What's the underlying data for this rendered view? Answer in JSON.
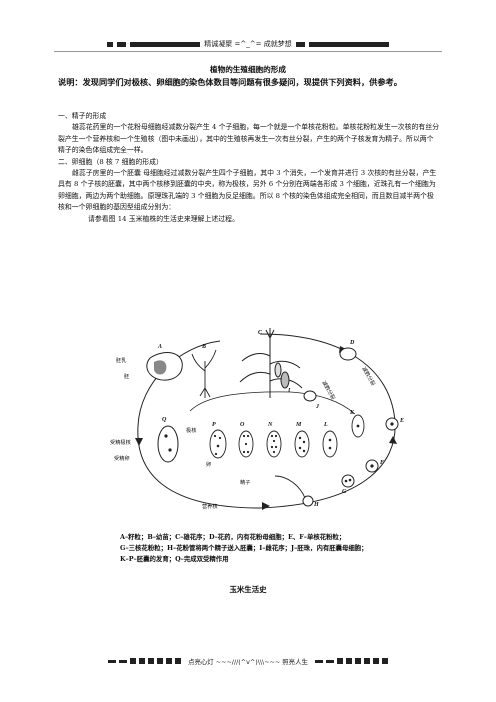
{
  "header": {
    "left_text": "_ _ ",
    "center_text": "精诚凝聚 =^_^= 成就梦想",
    "right_text": "_ _ "
  },
  "doc": {
    "title": "植物的生殖细胞的形成",
    "note": "说明：发现同学们对极核、卵细胞的染色体数目等问题有很多疑问，现提供下列资料，供参考。",
    "s1_heading": "一、精子的形成",
    "s1_text": "雄蕊花药里的一个花粉母细胞经减数分裂产生 4 个子细胞，每一个就是一个单核花粉粒。单核花粉粒发生一次核的有丝分裂产生一个营养核和一个生殖核（图中未画出），其中的生殖核再发生一次有丝分裂，产生的两个子核发育为精子。所以两个精子的染色体组成完全一样。",
    "s2_heading": "二、卵细胞（8 核 7 细胞的形成）",
    "s2_text": "雌蕊子房里的一个胚囊 母细胞经过减数分裂产生四个子细胞，其中 3 个消失，一个发育并进行 3 次核的有丝分裂，产生具有 8 个子核的胚囊，其中两个核移到胚囊的中央，称为极核，另外 6 个分别在两端各形成 3 个细胞，近珠孔有一个细胞为卵细胞，两边为两个助细胞。原理珠孔端的 3 个细胞为反足细胞。所以 8 个核的染色体组成完全相同，而且数目减半两个极核和一个卵细胞的基因型组成分别为：",
    "s2_ref": "请参看图 14 玉米植株的生活史来理解上述过程。"
  },
  "figure": {
    "letters": [
      "A",
      "B",
      "C",
      "D",
      "E",
      "F",
      "G",
      "H",
      "I",
      "J",
      "K",
      "L",
      "M",
      "N",
      "O",
      "P",
      "Q"
    ],
    "labels": {
      "embryo": "胚",
      "endosperm": "胚乳",
      "fert_polar": "受精极核",
      "fert_egg": "受精卵",
      "polar": "极核",
      "egg": "卵",
      "sperm": "精子",
      "vegetative": "营养核",
      "meiosis_right": "减数分裂",
      "meiosis_mid": "减数分裂"
    },
    "caption_line1": "A–籽粒；B–幼苗；C–雄花序；D–花药，内有花粉母细胞；E、F–单核花粉粒；",
    "caption_line2": "G–三核花粉粒；H–花粉管将两个精子送入胚囊；I–雌花序；J–胚珠，内有胚囊母细胞；",
    "caption_line3": "K–P–胚囊的发育；Q–完成双受精作用",
    "title": "玉米生活史"
  },
  "footer": {
    "text": "点亮心灯 ~~~///(^v^)\\\\\\~~~ 照亮人生"
  }
}
